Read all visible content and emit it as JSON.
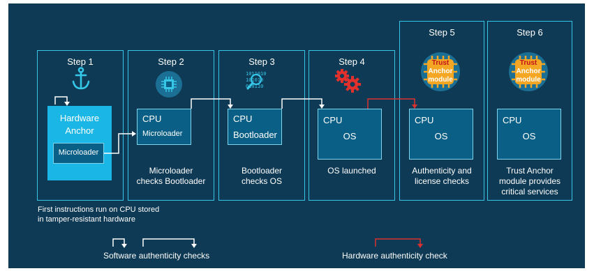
{
  "colors": {
    "background": "#0e3a55",
    "step_border": "#35c6e8",
    "cpu_box": "#0a5f86",
    "anchor_fill": "#1ab7e6",
    "software_arrow": "#ffffff",
    "hardware_arrow": "#d9322e",
    "trust_chip": "#f5a623"
  },
  "steps": [
    {
      "title": "Step 1",
      "anchor_label_1": "Hardware",
      "anchor_label_2": "Anchor",
      "inner": "Microloader",
      "icon": "anchor-icon"
    },
    {
      "title": "Step 2",
      "cpu": "CPU",
      "inner": "Microloader",
      "caption_1": "Microloader",
      "caption_2": "checks Bootloader",
      "icon": "chip-icon"
    },
    {
      "title": "Step 3",
      "cpu": "CPU",
      "inner": "Bootloader",
      "caption_1": "Bootloader",
      "caption_2": "checks OS",
      "icon": "binary-magnifier-icon"
    },
    {
      "title": "Step 4",
      "cpu": "CPU",
      "inner": "OS",
      "caption_1": "OS launched",
      "icon": "gears-icon"
    },
    {
      "title": "Step 5",
      "cpu": "CPU",
      "inner": "OS",
      "caption_1": "Authenticity and",
      "caption_2": "license checks",
      "icon": "trust-anchor-chip-icon"
    },
    {
      "title": "Step 6",
      "cpu": "CPU",
      "inner": "OS",
      "caption_1": "Trust Anchor",
      "caption_2": "module provides",
      "caption_3": "critical services",
      "icon": "trust-anchor-chip-icon"
    }
  ],
  "trust_badge": {
    "line1": "Trust",
    "line2": "Anchor",
    "line3": "module"
  },
  "footnote": {
    "line1": "First instructions run on CPU stored",
    "line2": "in tamper-resistant hardware"
  },
  "legend": {
    "software": "Software authenticity checks",
    "hardware": "Hardware authenticity check"
  }
}
